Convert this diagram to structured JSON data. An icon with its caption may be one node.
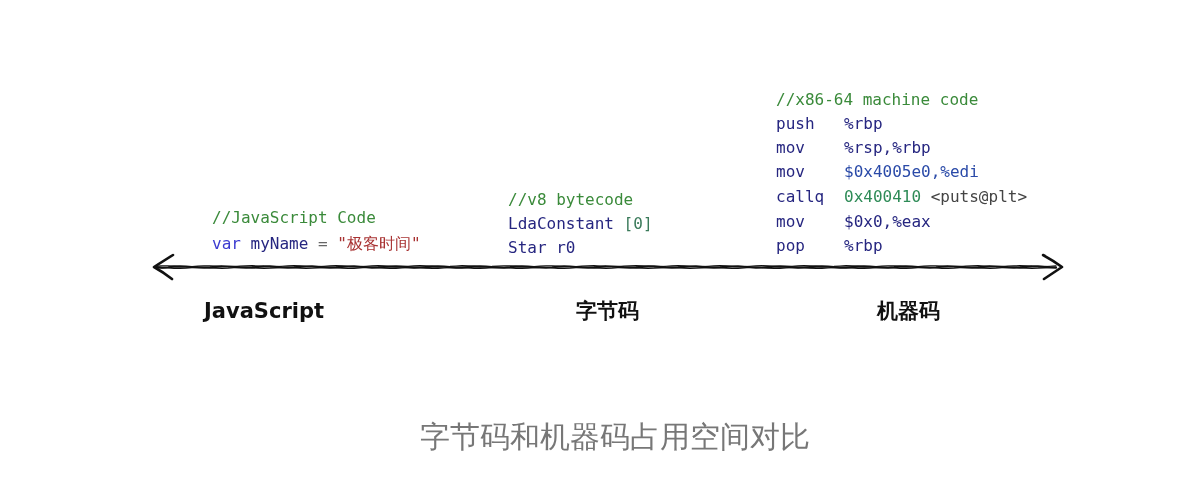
{
  "diagram": {
    "caption": "字节码和机器码占用空间对比",
    "labels": [
      "//JavaScript Code",
      "var myName = \"极客时间\"",
      "//v8 bytecode",
      "LdaConstant [0]",
      "Star r0",
      "//x86-64 machine code",
      "push",
      "%rbp",
      "mov",
      "%rsp,%rbp",
      "mov",
      "$0x4005e0,%edi",
      "callq",
      "0x400410 <puts@plt>",
      "mov",
      "$0x0,%eax",
      "pop",
      "%rbp",
      "JavaScript",
      "字节码",
      "机器码"
    ]
  }
}
